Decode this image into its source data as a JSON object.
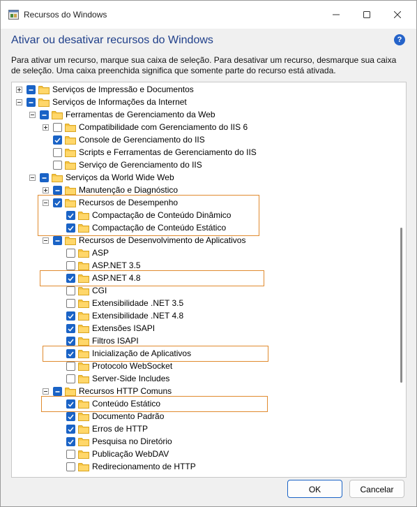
{
  "window": {
    "title": "Recursos do Windows",
    "controls": [
      "minimize",
      "maximize",
      "close"
    ]
  },
  "header": {
    "heading": "Ativar ou desativar recursos do Windows",
    "help_icon": "?",
    "description": "Para ativar um recurso, marque sua caixa de seleção. Para desativar um recurso, desmarque sua caixa de seleção. Uma caixa preenchida significa que somente parte do recurso está ativada."
  },
  "tree": [
    {
      "label": "Serviços de Impressão e Documentos",
      "state": "partial",
      "expander": "plus",
      "level": 0
    },
    {
      "label": "Serviços de Informações da Internet",
      "state": "partial",
      "expander": "minus",
      "level": 0
    },
    {
      "label": "Ferramentas de Gerenciamento da Web",
      "state": "partial",
      "expander": "minus",
      "level": 1
    },
    {
      "label": "Compatibilidade com Gerenciamento do IIS 6",
      "state": "empty",
      "expander": "plus",
      "level": 2
    },
    {
      "label": "Console de Gerenciamento do IIS",
      "state": "checked",
      "expander": "none",
      "level": 2
    },
    {
      "label": "Scripts e Ferramentas de Gerenciamento do IIS",
      "state": "empty",
      "expander": "none",
      "level": 2
    },
    {
      "label": "Serviço de Gerenciamento do IIS",
      "state": "empty",
      "expander": "none",
      "level": 2
    },
    {
      "label": "Serviços da World Wide Web",
      "state": "partial",
      "expander": "minus",
      "level": 1
    },
    {
      "label": "Manutenção e Diagnóstico",
      "state": "partial",
      "expander": "plus",
      "level": 2
    },
    {
      "label": "Recursos de Desempenho",
      "state": "checked",
      "expander": "minus",
      "level": 2
    },
    {
      "label": "Compactação de Conteúdo Dinâmico",
      "state": "checked",
      "expander": "none",
      "level": 3
    },
    {
      "label": "Compactação de Conteúdo Estático",
      "state": "checked",
      "expander": "none",
      "level": 3
    },
    {
      "label": "Recursos de Desenvolvimento de Aplicativos",
      "state": "partial",
      "expander": "minus",
      "level": 2
    },
    {
      "label": "ASP",
      "state": "empty",
      "expander": "none",
      "level": 3
    },
    {
      "label": "ASP.NET 3.5",
      "state": "empty",
      "expander": "none",
      "level": 3
    },
    {
      "label": "ASP.NET 4.8",
      "state": "checked",
      "expander": "none",
      "level": 3
    },
    {
      "label": "CGI",
      "state": "empty",
      "expander": "none",
      "level": 3
    },
    {
      "label": "Extensibilidade .NET 3.5",
      "state": "empty",
      "expander": "none",
      "level": 3
    },
    {
      "label": "Extensibilidade .NET 4.8",
      "state": "checked",
      "expander": "none",
      "level": 3
    },
    {
      "label": "Extensões ISAPI",
      "state": "checked",
      "expander": "none",
      "level": 3
    },
    {
      "label": "Filtros ISAPI",
      "state": "checked",
      "expander": "none",
      "level": 3
    },
    {
      "label": "Inicialização de Aplicativos",
      "state": "checked",
      "expander": "none",
      "level": 3
    },
    {
      "label": "Protocolo WebSocket",
      "state": "empty",
      "expander": "none",
      "level": 3
    },
    {
      "label": "Server-Side Includes",
      "state": "empty",
      "expander": "none",
      "level": 3
    },
    {
      "label": "Recursos HTTP Comuns",
      "state": "partial",
      "expander": "minus",
      "level": 2
    },
    {
      "label": "Conteúdo Estático",
      "state": "checked",
      "expander": "none",
      "level": 3
    },
    {
      "label": "Documento Padrão",
      "state": "checked",
      "expander": "none",
      "level": 3
    },
    {
      "label": "Erros de HTTP",
      "state": "checked",
      "expander": "none",
      "level": 3
    },
    {
      "label": "Pesquisa no Diretório",
      "state": "checked",
      "expander": "none",
      "level": 3
    },
    {
      "label": "Publicação WebDAV",
      "state": "empty",
      "expander": "none",
      "level": 3
    },
    {
      "label": "Redirecionamento de HTTP",
      "state": "empty",
      "expander": "none",
      "level": 3
    }
  ],
  "highlighted_items": [
    "Recursos de Desempenho",
    "ASP.NET 4.8",
    "Inicialização de Aplicativos",
    "Conteúdo Estático"
  ],
  "buttons": {
    "ok": "OK",
    "cancel": "Cancelar"
  },
  "colors": {
    "accent": "#1a63c6",
    "highlight_border": "#e08a2e",
    "heading": "#1f3f8a",
    "folder": "#f5c342"
  }
}
